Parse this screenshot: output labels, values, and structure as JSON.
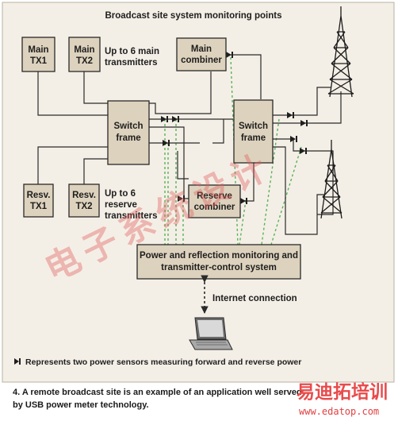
{
  "diagram": {
    "title": "Broadcast site system monitoring points",
    "nodes": {
      "main_tx1": [
        "Main",
        "TX1"
      ],
      "main_tx2": [
        "Main",
        "TX2"
      ],
      "main_note": [
        "Up to 6 main",
        "transmitters"
      ],
      "main_combiner": [
        "Main",
        "combiner"
      ],
      "switch_frame_left": [
        "Switch",
        "frame"
      ],
      "switch_frame_right": [
        "Switch",
        "frame"
      ],
      "resv_tx1": [
        "Resv.",
        "TX1"
      ],
      "resv_tx2": [
        "Resv.",
        "TX2"
      ],
      "reserve_note": [
        "Up to 6",
        "reserve",
        "transmitters"
      ],
      "reserve_combiner": [
        "Reserve",
        "combiner"
      ],
      "monitoring": [
        "Power and reflection monitoring and",
        "transmitter-control system"
      ],
      "internet": "Internet connection"
    },
    "legend": "Represents two power sensors measuring forward and reverse power"
  },
  "caption": {
    "line1": "4. A remote broadcast site is an example of an application well served",
    "line2": "by USB power meter technology."
  },
  "watermark": {
    "big": "电子系统设计",
    "logo": "易迪拓培训",
    "url": "www.edatop.com"
  },
  "colors": {
    "background": "#f4efe6",
    "box_fill": "#ddd2bd",
    "sensor_link": "#58b35a",
    "watermark": "#e05a5a"
  }
}
